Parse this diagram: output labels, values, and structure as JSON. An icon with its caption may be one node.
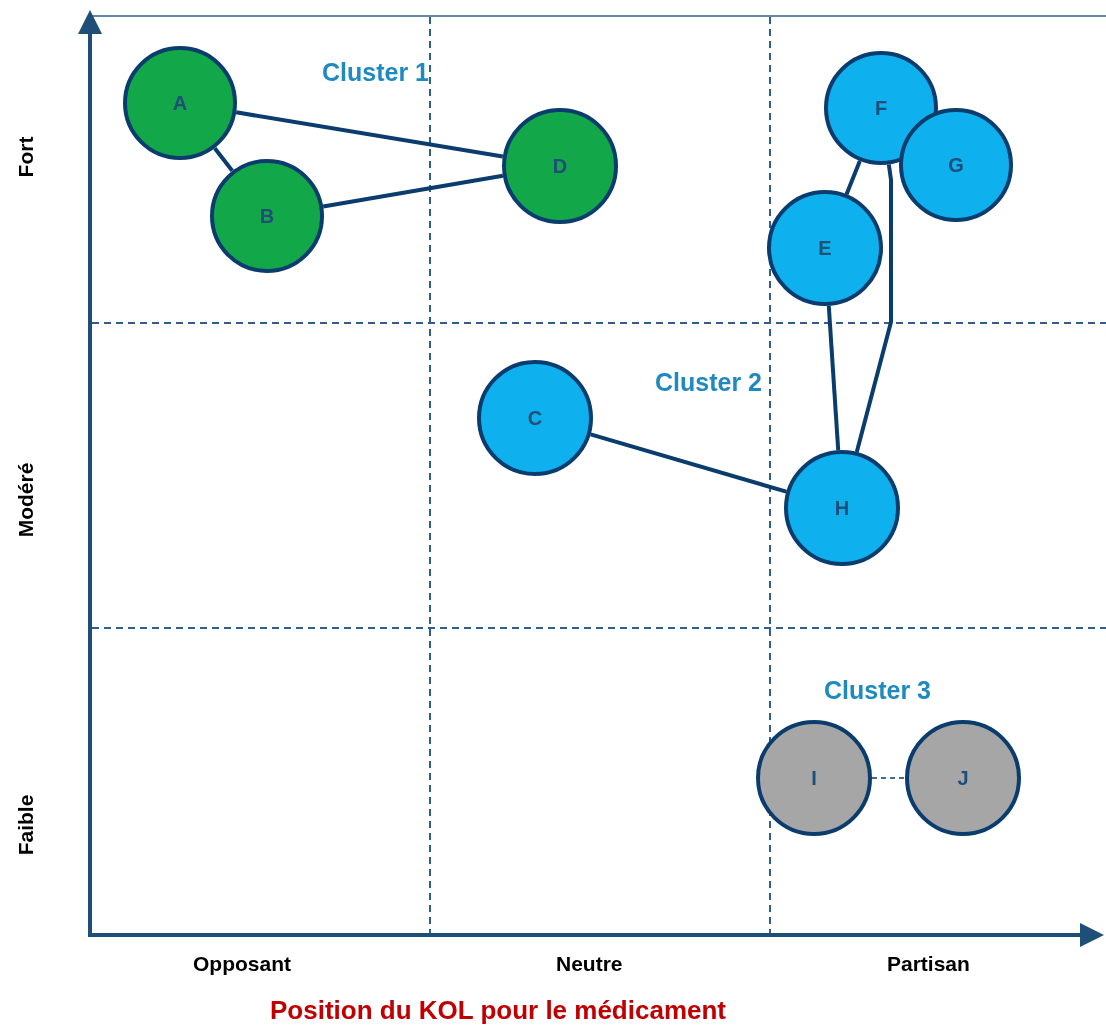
{
  "diagram": {
    "nodes": [
      {
        "text": [
          "A"
        ]
      },
      {
        "text": [
          "B"
        ]
      },
      {
        "text": [
          "C"
        ]
      },
      {
        "text": [
          "D"
        ]
      },
      {
        "text": [
          "E"
        ]
      },
      {
        "text": [
          "F"
        ]
      },
      {
        "text": [
          "G"
        ]
      },
      {
        "text": [
          "H"
        ]
      },
      {
        "text": [
          "I"
        ]
      },
      {
        "text": [
          "J"
        ]
      }
    ],
    "edges": [
      {
        "from": 0,
        "to": 1,
        "arrow": "none"
      },
      {
        "from": 0,
        "to": 3,
        "arrow": "none"
      },
      {
        "from": 1,
        "to": 3,
        "arrow": "none"
      },
      {
        "from": 4,
        "to": 5,
        "arrow": "none"
      },
      {
        "from": 5,
        "to": 7,
        "arrow": "none"
      },
      {
        "from": 4,
        "to": 7,
        "arrow": "none"
      },
      {
        "from": 2,
        "to": 7,
        "arrow": "none"
      },
      {
        "from": 8,
        "to": 9,
        "arrow": "none",
        "style": "dashed"
      }
    ],
    "labels": [
      "Cluster 1",
      "Fort",
      "Cluster 2",
      "Modéré",
      "Cluster 3",
      "Faible",
      "Opposant",
      "Neutre",
      "Partisan",
      "Position du KOL pour le médicament"
    ]
  }
}
